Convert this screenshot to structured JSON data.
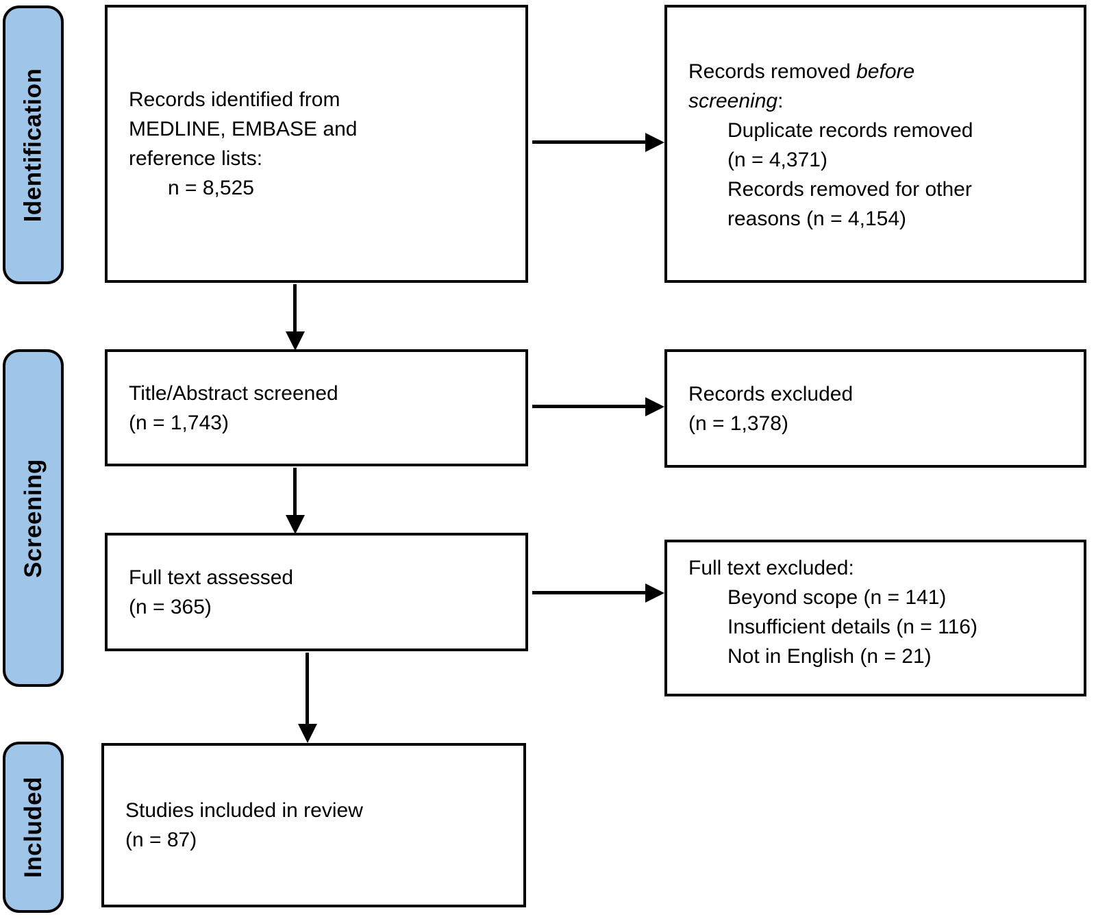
{
  "colors": {
    "stage_fill": "#9FC5E8",
    "line_and_border": "#000000",
    "box_background": "#FFFFFF",
    "text": "#000000"
  },
  "stages": [
    {
      "label": "Identification"
    },
    {
      "label": "Screening"
    },
    {
      "label": "Included"
    }
  ],
  "boxes": {
    "identified": {
      "lines": [
        "Records identified from",
        "MEDLINE, EMBASE and",
        "reference lists:"
      ],
      "count": "n = 8,525"
    },
    "removed_before_screening": {
      "heading_plain": "Records removed ",
      "heading_italic_line1": "before",
      "heading_italic_line2": "screening",
      "heading_suffix": ":",
      "reasons": [
        {
          "line1": "Duplicate records removed",
          "line2": "(n = 4,371)"
        },
        {
          "line1": "Records removed for other",
          "line2": "reasons (n = 4,154)"
        }
      ]
    },
    "title_abstract_screened": {
      "line1": "Title/Abstract screened",
      "line2": "(n = 1,743)"
    },
    "records_excluded": {
      "line1": "Records excluded",
      "line2": "(n = 1,378)"
    },
    "full_text_assessed": {
      "line1": "Full text assessed",
      "line2": "(n = 365)"
    },
    "full_text_excluded": {
      "heading": "Full text excluded:",
      "reasons": [
        "Beyond scope (n = 141)",
        "Insufficient details (n = 116)",
        "Not in English (n = 21)"
      ]
    },
    "studies_included": {
      "line1": "Studies included in review",
      "line2": "(n = 87)"
    }
  }
}
